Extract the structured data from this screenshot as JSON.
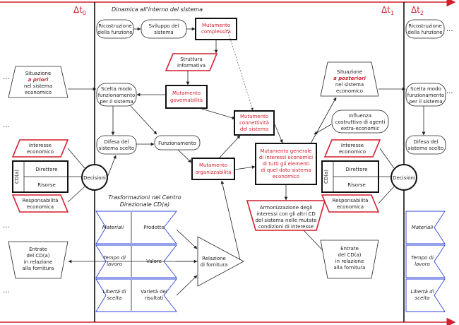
{
  "header": {
    "dt0": "Δt",
    "dt0_sub": "0",
    "dt1": "Δt",
    "dt1_sub": "1",
    "dt2": "Δt",
    "dt2_sub": "2",
    "title": "Dinamica all'interno del sistema"
  },
  "nodes": {
    "ricostruzione": [
      "Ricostruzione",
      "della funzione"
    ],
    "sviluppo": [
      "Sviluppo del",
      "sistema"
    ],
    "mutamento_complessita": [
      "Mutamento",
      "complessità"
    ],
    "struttura_informativa": [
      "Struttura",
      "informativa"
    ],
    "mutamento_governabilita": [
      "Mutamento",
      "governabilità"
    ],
    "situazione_priori": [
      "Situazione",
      "a priori",
      "nel sistema",
      "economico"
    ],
    "scelta_modo": [
      "Scelta modo",
      "funzionamento",
      "per il sistema"
    ],
    "difesa": [
      "Difesa del",
      "sistema scelto"
    ],
    "funzionamento": "Funzionamento",
    "mutamento_connettivita": [
      "Mutamento",
      "connettività",
      "del sistema"
    ],
    "mutamento_organizzabilita": [
      "Mutamento",
      "organizzabilità"
    ],
    "interesse_economico": [
      "Interesse",
      "economico"
    ],
    "cd_label": "CD(a)",
    "direttore": "Direttore",
    "risorse": "Risorse",
    "decisioni": "Decisioni",
    "responsabilita": [
      "Responsabilità",
      "economica"
    ],
    "trasformazioni": [
      "Trasformazioni nel Centro",
      "Direzionale CD(a)"
    ],
    "materiali": "Materiali",
    "prodotto": "Prodotto",
    "tempo_lavoro": [
      "Tempo di",
      "lavoro"
    ],
    "valore": "Valore",
    "liberta_scelta": [
      "Libertà di",
      "scelta"
    ],
    "varieta": [
      "Varietà dei",
      "risultati"
    ],
    "relazione_fornitura": [
      "Relazione",
      "di fornitura"
    ],
    "entrate": [
      "Entrate",
      "del CD(a)",
      "in relazione",
      "alla fornitura"
    ],
    "situazione_posteriori": [
      "Situazione",
      "a posteriori",
      "nel sistema",
      "economico"
    ],
    "influenza": [
      "Influenza",
      "costruttiva di agenti",
      "extra-economic"
    ],
    "mutamento_generale": [
      "Mutamento generale",
      "di interessi economici",
      "di tutti gli elementi",
      "di quel dato sistema",
      "economico"
    ],
    "armonizzazione": [
      "Armonizzazione degli",
      "interessi con gli altri CD",
      "del sistema nelle mutate",
      "condizioni di interesse"
    ],
    "entrate2": [
      "Entrate",
      "del CD(a)",
      "in relazione",
      "alla fornitura"
    ],
    "ricostruzione2": [
      "Ricostruzione",
      "della funzione"
    ],
    "scelta_modo2": [
      "Scelta modo",
      "funzionamento",
      "per il sistema"
    ],
    "difesa2": [
      "Difesa del",
      "sistema scelto"
    ],
    "interesse_economico2": [
      "Interesse",
      "economico"
    ],
    "cd_label2": "CD(a)",
    "direttore2": "Direttore",
    "risorse2": "Risorse",
    "decisioni2": "Decisioni",
    "responsabilita2": [
      "Responsabilità",
      "economica"
    ],
    "materiali2": "Materiali",
    "tempo_lavoro2": [
      "Tempo di",
      "lavoro"
    ],
    "liberta_scelta2": [
      "Libertà di",
      "scelta"
    ]
  },
  "ellipsis": "..."
}
